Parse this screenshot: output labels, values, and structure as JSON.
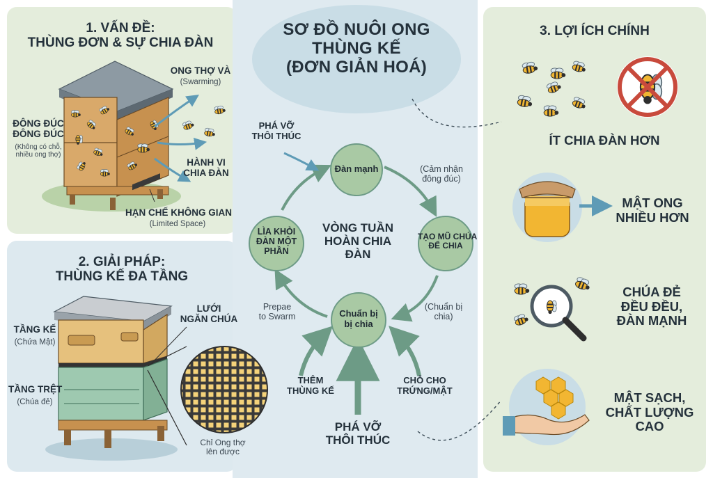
{
  "main_title": [
    "SƠ ĐỒ NUÔI ONG",
    "THÙNG KẾ",
    "(ĐƠN GIẢN HOÁ)"
  ],
  "panel1": {
    "title": [
      "1. VẤN ĐỀ:",
      "THÙNG ĐƠN & SỰ CHIA ĐÀN"
    ],
    "crowded": [
      "ĐÔNG ĐÚC",
      "ĐÔNG ĐÚC"
    ],
    "crowded_note": [
      "(Không có chỗ,",
      "nhiều ong thợ)"
    ],
    "workers": "ONG THỢ VÀ",
    "swarming": "(Swarming)",
    "behavior": [
      "HÀNH VI",
      "CHIA ĐÀN"
    ],
    "limited": "HẠN CHẾ KHÔNG GIAN",
    "limited_en": "(Limited Space)"
  },
  "panel2": {
    "title": [
      "2. GIẢI PHÁP:",
      "THÙNG KẾ ĐA TẦNG"
    ],
    "upper": "TẦNG KẾ",
    "upper_note": "(Chứa Mật)",
    "excluder": [
      "LƯỚI",
      "NGĂN CHÚA"
    ],
    "lower": "TẦNG TRỆT",
    "lower_note": "(Chúa đẻ)",
    "only_workers": [
      "Chỉ Ong thợ",
      "lên được"
    ]
  },
  "cycle": {
    "center": [
      "VÒNG TUẦN",
      "HOÀN CHIA",
      "ĐÀN"
    ],
    "nodes": {
      "strong": "Đàn mạnh",
      "queen_cells": [
        "TẠO MŨ CHÚA",
        "ĐỂ CHIA"
      ],
      "prepare": [
        "Chuẩn bị",
        "bị chia"
      ],
      "leave": [
        "LÌA KHỎI",
        "ĐÀN MỘT",
        "PHẦN"
      ]
    },
    "break_top": [
      "PHÁ VỠ",
      "THÔI THÚC"
    ],
    "sense_crowded": [
      "(Cảm nhận",
      "đông đúc)"
    ],
    "prepare_split": [
      "(Chuẩn bị",
      "chia)"
    ],
    "prepare_swarm": [
      "Prepae",
      "to Swarm"
    ],
    "add_super": [
      "THÊM",
      "THÙNG KẾ"
    ],
    "room": [
      "CHỖ CHO",
      "TRỨNG/MẬT"
    ],
    "break_bottom": [
      "PHÁ VỠ",
      "THÔI THÚC"
    ]
  },
  "panel3": {
    "title": "3. LỢI ÍCH CHÍNH",
    "benefit1": "ÍT CHIA ĐÀN HƠN",
    "benefit2": [
      "MẬT ONG",
      "NHIỀU HƠN"
    ],
    "benefit3": [
      "CHÚA ĐẺ",
      "ĐỀU ĐỀU,",
      "ĐÀN MẠNH"
    ],
    "benefit4": [
      "MẬT SẠCH,",
      "CHẤT LƯỢNG",
      "CAO"
    ]
  },
  "colors": {
    "panel_green": "#e4eddc",
    "panel_blue": "#dde9ef",
    "node_green": "#a9c9a4",
    "arrow_green": "#7ea88a",
    "arrow_blue": "#6a9fb7",
    "honey": "#f2b632",
    "wood": "#d9a96a"
  },
  "icons": [
    "hive-icon",
    "bee-icon",
    "no-bee-icon",
    "honey-jar-icon",
    "magnifier-icon",
    "honeycomb-hand-icon",
    "excluder-grid-icon",
    "arrow-icon"
  ]
}
